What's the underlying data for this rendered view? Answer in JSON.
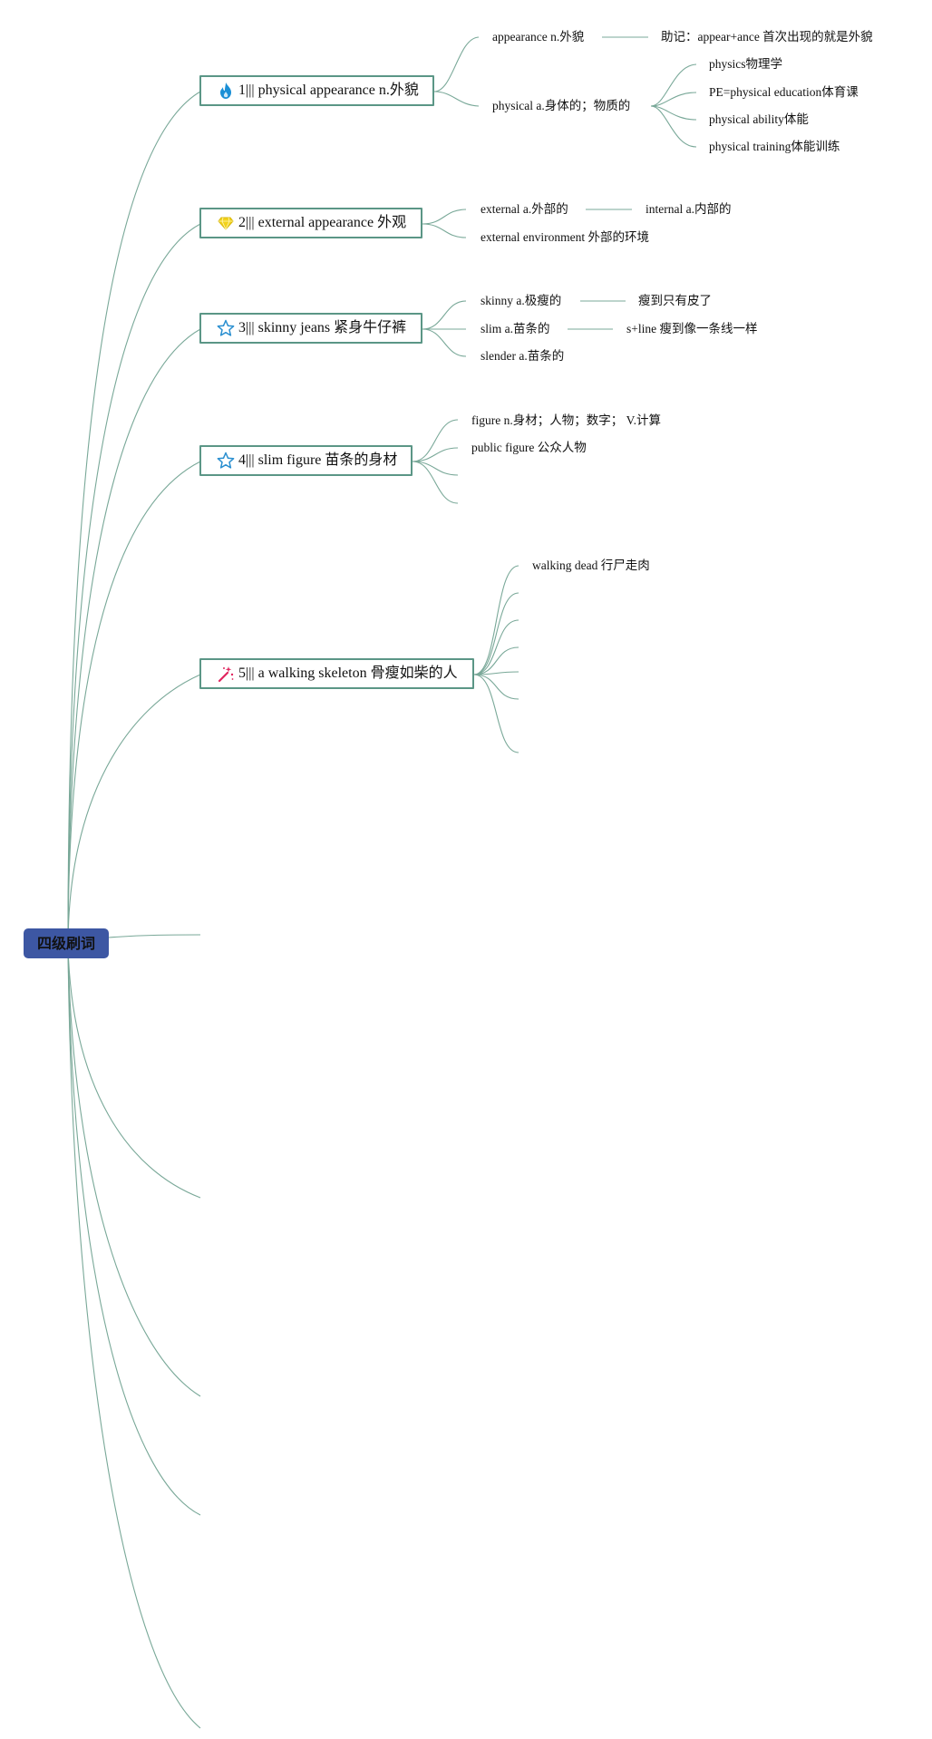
{
  "root": {
    "label": "四级刷词"
  },
  "topics": [
    {
      "label": "1||| physical appearance n.外貌",
      "icon": "fire-icon",
      "icon_color": "#1a8fd6",
      "children": [
        {
          "label": "appearance n.外貌",
          "note": "助记：appear+ance 首次出现的就是外貌"
        },
        {
          "label": "physical a.身体的；物质的",
          "subs": [
            "physics物理学",
            "PE=physical education体育课",
            "physical ability体能",
            "physical training体能训练"
          ]
        }
      ]
    },
    {
      "label": "2||| external appearance 外观",
      "icon": "diamond-icon",
      "icon_color": "#f2d21b",
      "children": [
        {
          "label": "external a.外部的",
          "note": "internal a.内部的"
        },
        {
          "label": "external environment 外部的环境"
        }
      ]
    },
    {
      "label": "3||| skinny jeans 紧身牛仔裤",
      "icon": "star-icon",
      "icon_color": "#2a8fd0",
      "children": [
        {
          "label": "skinny a.极瘦的",
          "note": "瘦到只有皮了"
        },
        {
          "label": "slim a.苗条的",
          "note": "s+line 瘦到像一条线一样"
        },
        {
          "label": "slender a.苗条的"
        }
      ]
    },
    {
      "label": "4||| slim figure 苗条的身材",
      "icon": "star-icon",
      "icon_color": "#2a8fd0",
      "children": [
        {
          "label": "figure n.身材；人物；数字； V.计算"
        },
        {
          "label": "public figure 公众人物"
        }
      ]
    },
    {
      "label": "5||| a walking skeleton 骨瘦如柴的人",
      "icon": "magic-wand-icon",
      "icon_color": "#e0245e",
      "children": [
        {
          "label": "walking dead 行尸走肉"
        }
      ]
    }
  ],
  "colors": {
    "line": "#79a898",
    "topic_border": "#5b9686",
    "root_fill": "#3d57a3"
  }
}
